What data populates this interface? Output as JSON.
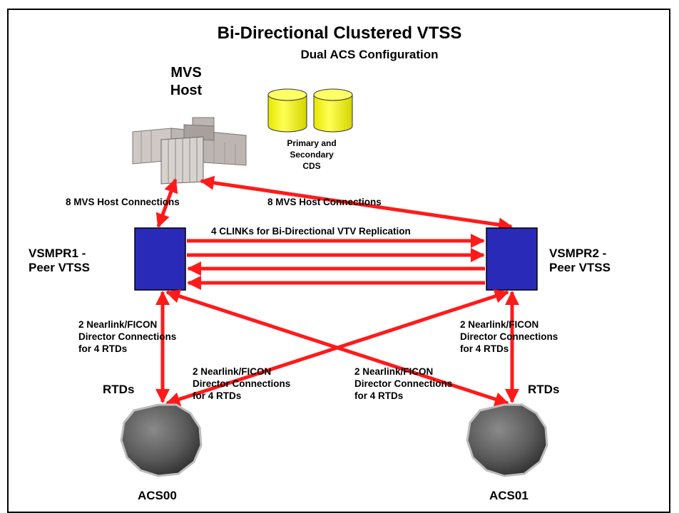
{
  "title": "Bi-Directional Clustered VTSS",
  "subtitle": "Dual ACS Configuration",
  "host": {
    "line1": "MVS",
    "line2": "Host"
  },
  "cds": {
    "line1": "Primary and",
    "line2": "Secondary",
    "line3": "CDS"
  },
  "host_conn_left": "8 MVS Host Connections",
  "host_conn_right": "8 MVS Host Connections",
  "clinks_label": "4 CLINKs for Bi-Directional VTV Replication",
  "vtss1": {
    "line1": "VSMPR1 -",
    "line2": "Peer VTSS"
  },
  "vtss2": {
    "line1": "VSMPR2 -",
    "line2": "Peer VTSS"
  },
  "nearlink_left": {
    "line1": "2 Nearlink/FICON",
    "line2": "Director Connections",
    "line3": "for 4 RTDs"
  },
  "nearlink_right": {
    "line1": "2 Nearlink/FICON",
    "line2": "Director Connections",
    "line3": "for 4 RTDs"
  },
  "nearlink_cross_left": {
    "line1": "2 Nearlink/FICON",
    "line2": "Director Connections",
    "line3": "for 4 RTDs"
  },
  "nearlink_cross_right": {
    "line1": "2 Nearlink/FICON",
    "line2": "Director Connections",
    "line3": "for 4 RTDs"
  },
  "rtds_left": "RTDs",
  "rtds_right": "RTDs",
  "acs0": "ACS00",
  "acs1": "ACS01",
  "colors": {
    "arrow": "#ff1a1a",
    "vtss_fill": "#2a2ab8",
    "cds_fill": "#ffff33",
    "host_fill": "#c8c0bc",
    "acs_fill": "#606060"
  }
}
